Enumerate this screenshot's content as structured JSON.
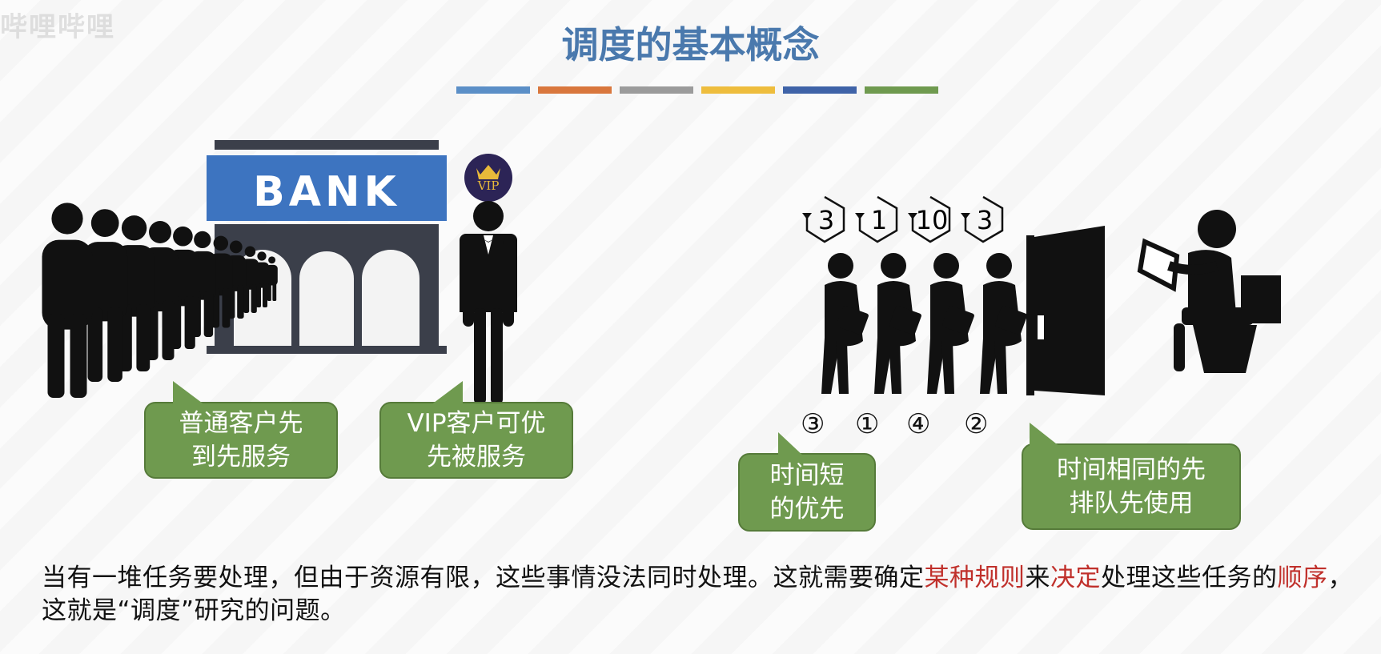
{
  "watermark": "哔哩哔哩",
  "title": "调度的基本概念",
  "color_bars": [
    "#5b8fc7",
    "#d9773d",
    "#9b9b9b",
    "#eebd3d",
    "#3f63a8",
    "#6f9a4f"
  ],
  "bank": {
    "sign": "BANK",
    "vip_badge": "VIP"
  },
  "bubbles": {
    "normal": [
      "普通客户先",
      "到先服务"
    ],
    "vip": [
      "VIP客户可优",
      "先被服务"
    ],
    "short": [
      "时间短",
      "的优先"
    ],
    "same": [
      "时间相同的先",
      "排队先使用"
    ]
  },
  "queue": {
    "timers": [
      "3",
      "1",
      "10",
      "3"
    ],
    "order": [
      "③",
      "①",
      "④",
      "②"
    ]
  },
  "paragraph": {
    "p1": "当有一堆任务要处理，但由于资源有限，这些事情没法同时处理。这就需要确定",
    "red1": "某种规则",
    "p2": "来",
    "red2": "决定",
    "p3": "处理这些任务的",
    "red3": "顺序",
    "p4": "，这就是“调度”研究的问题。"
  }
}
